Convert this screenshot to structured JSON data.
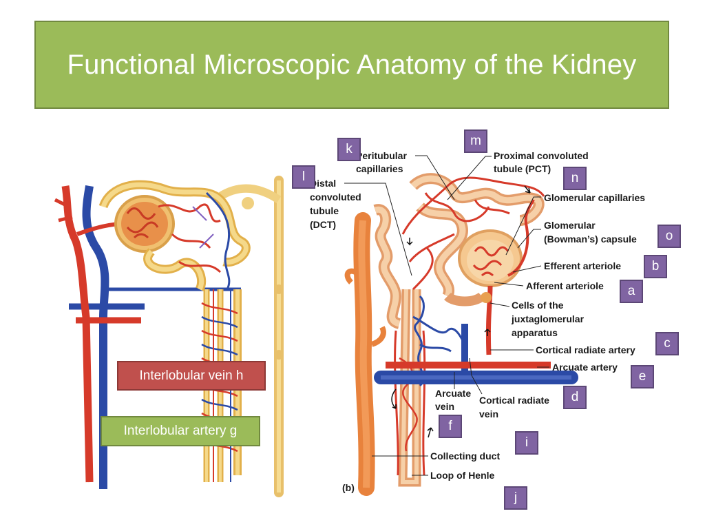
{
  "slide": {
    "title": "Functional Microscopic Anatomy of the Kidney"
  },
  "left_figure": {
    "vein_label": "Interlobular vein h",
    "artery_label": "Interlobular artery g"
  },
  "right_figure": {
    "panel": "(b)",
    "labels": {
      "peritubular": [
        "Peritubular",
        "capillaries"
      ],
      "pct": [
        "Proximal convoluted",
        "tubule (PCT)"
      ],
      "dct": [
        "Distal",
        "convoluted",
        "tubule",
        "(DCT)"
      ],
      "glomerular_capillaries": "Glomerular capillaries",
      "capsule": [
        "Glomerular",
        "(Bowman’s) capsule"
      ],
      "efferent": "Efferent arteriole",
      "afferent": "Afferent arteriole",
      "juxtaglomerular": [
        "Cells of the",
        "juxtaglomerular",
        "apparatus"
      ],
      "cortical_radiate_artery": "Cortical radiate artery",
      "arcuate_artery": "Arcuate artery",
      "arcuate_vein": [
        "Arcuate",
        "vein"
      ],
      "cortical_radiate_vein": [
        "Cortical radiate",
        "vein"
      ],
      "collecting_duct": "Collecting duct",
      "loop_of_henle": "Loop of Henle"
    }
  },
  "answer_letters": {
    "k": "k",
    "m": "m",
    "l": "l",
    "n": "n",
    "o": "o",
    "b": "b",
    "a": "a",
    "c": "c",
    "e": "e",
    "d": "d",
    "f": "f",
    "i": "i",
    "j": "j"
  },
  "colors": {
    "title_bg": "#9bbb59",
    "vein_box": "#c0504d",
    "letter_box": "#8064a2",
    "artery_red": "#d63a2a",
    "vein_blue": "#2b4aa6",
    "tubule_tan": "#f3c98a",
    "duct_orange": "#e8823c"
  }
}
